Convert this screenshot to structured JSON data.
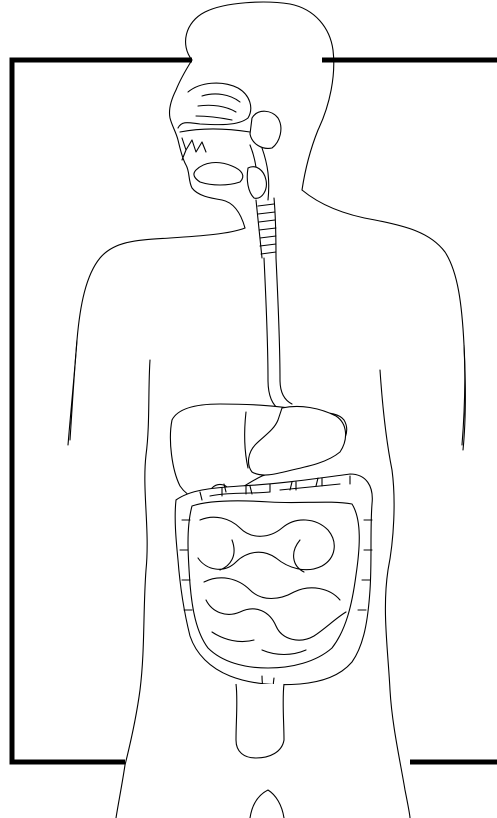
{
  "colors": {
    "background": "#ffffff",
    "line": "#000000"
  },
  "figure": {
    "subject": "human-digestive-system-outline",
    "organs": [
      "mouth",
      "tongue",
      "salivary-glands",
      "pharynx",
      "larynx",
      "esophagus",
      "liver",
      "stomach",
      "small-intestine",
      "large-intestine",
      "rectum"
    ]
  }
}
